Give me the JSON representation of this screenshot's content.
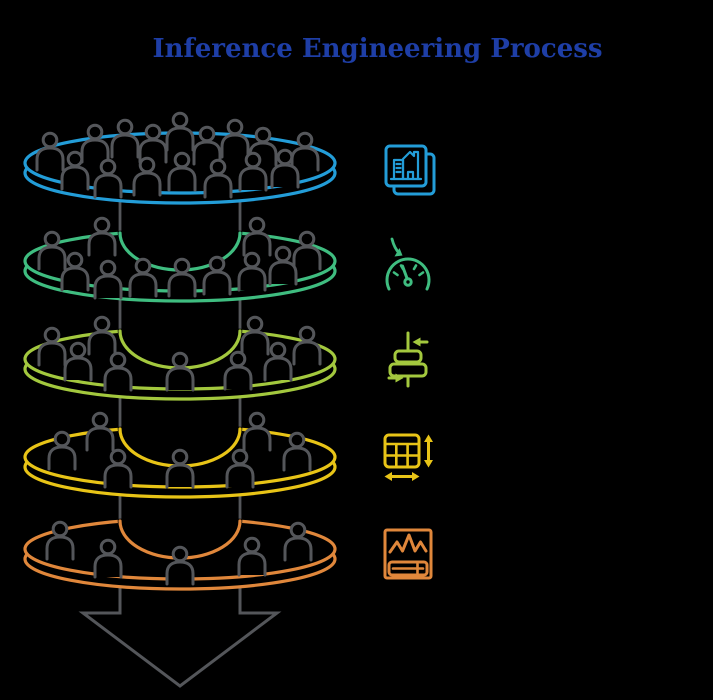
{
  "title": {
    "text": "Inference Engineering Process",
    "color": "#1e3ea6"
  },
  "background_color": "#000000",
  "diagram": {
    "type": "layered-funnel",
    "description_visible_text": "",
    "people_color": "#54565a",
    "funnel_color": "#54565a",
    "layers": [
      {
        "name": "layer-1",
        "color": "#239dd8",
        "people_count": 16,
        "icon": "blueprint-documents-icon"
      },
      {
        "name": "layer-2",
        "color": "#3fbd80",
        "people_count": 11,
        "icon": "gauge-arrow-icon"
      },
      {
        "name": "layer-3",
        "color": "#a3c83e",
        "people_count": 9,
        "icon": "throttle-valve-icon"
      },
      {
        "name": "layer-4",
        "color": "#e8c417",
        "people_count": 7,
        "icon": "table-resize-icon"
      },
      {
        "name": "layer-5",
        "color": "#e0873b",
        "people_count": 5,
        "icon": "monitor-signal-icon"
      }
    ]
  }
}
